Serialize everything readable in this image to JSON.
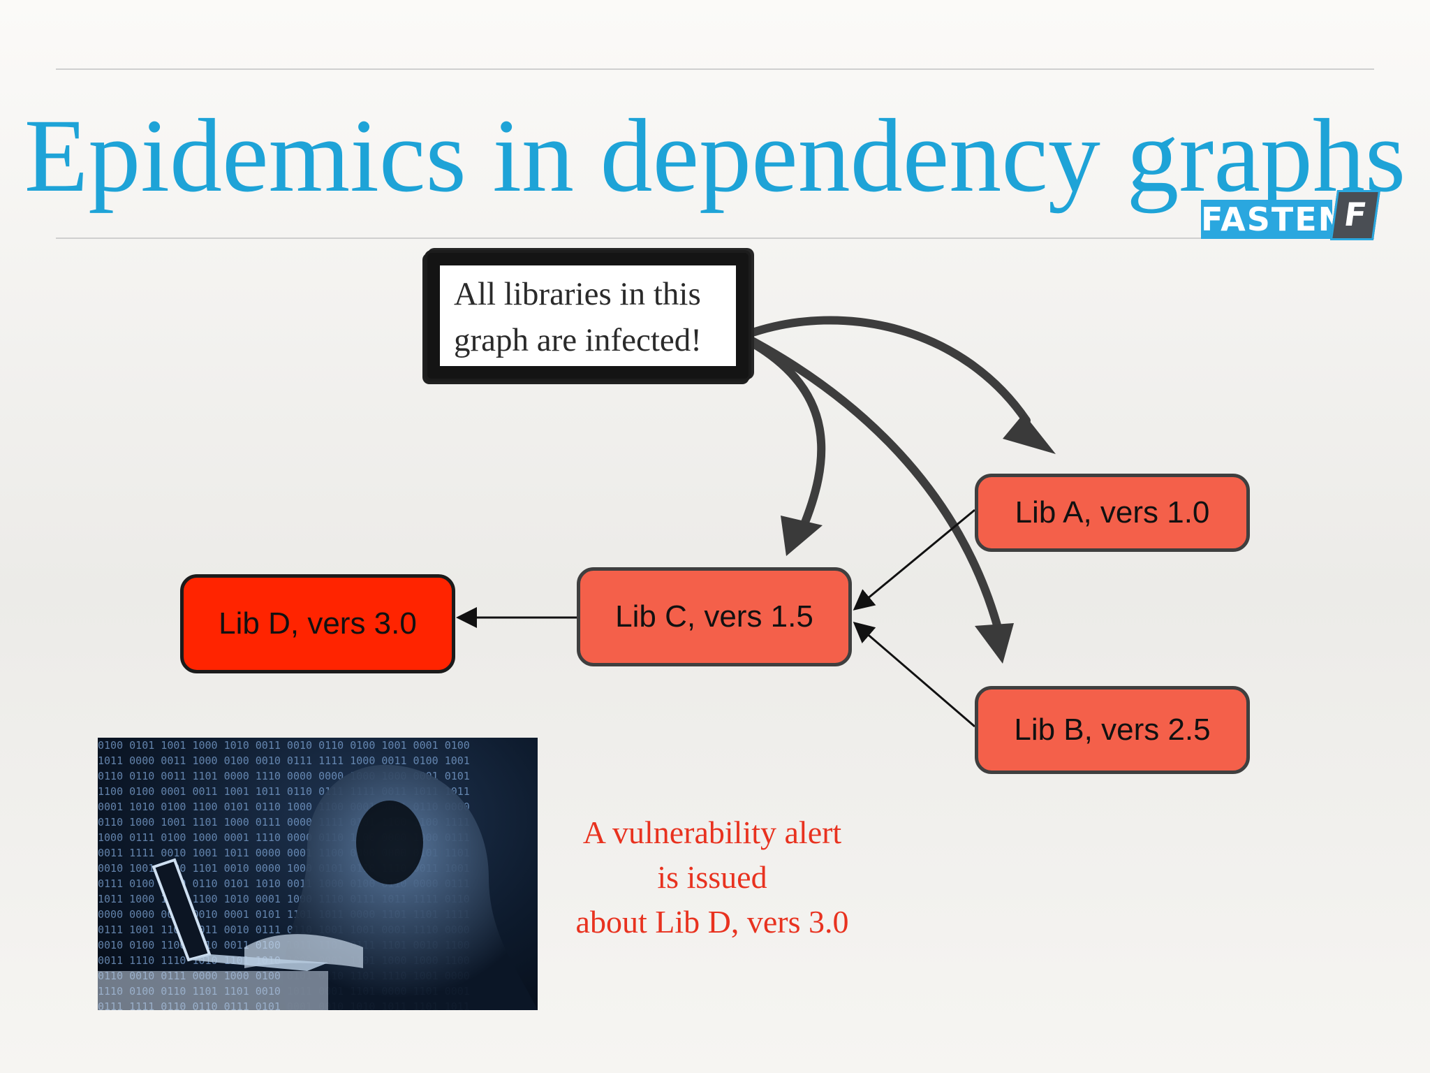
{
  "slide": {
    "title": "Epidemics in dependency graphs",
    "title_color": "#1ea3d7"
  },
  "logo": {
    "text": "FASTEN",
    "mark": "F",
    "color": "#2aa7df"
  },
  "callout": {
    "line1": "All libraries in this",
    "line2": "graph are infected!"
  },
  "libraries": {
    "a": "Lib A, vers 1.0",
    "b": "Lib B, vers 2.5",
    "c": "Lib C, vers 1.5",
    "d": "Lib D, vers 3.0"
  },
  "colors": {
    "node_fill": "#f4604a",
    "node_alert_fill": "#ff2400",
    "alert_text": "#e8321f"
  },
  "alert": {
    "line1": "A vulnerability alert",
    "line2": "is issued",
    "line3": "about Lib D, vers 3.0"
  },
  "image": {
    "name": "hooded-hacker-with-laptop-binary-code"
  }
}
